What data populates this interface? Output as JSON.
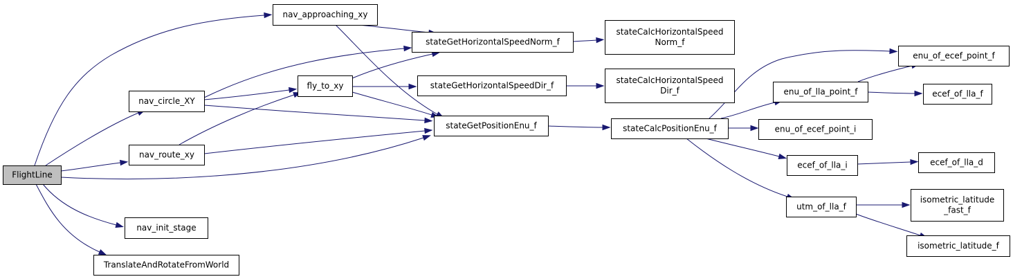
{
  "colors": {
    "edge": "#191970",
    "root_fill": "#bfbfbf",
    "node_fill": "#ffffff",
    "node_border": "#000000"
  },
  "nodes": [
    {
      "id": "FlightLine",
      "lines": [
        "FlightLine"
      ]
    },
    {
      "id": "nav_approaching_xy",
      "lines": [
        "nav_approaching_xy"
      ]
    },
    {
      "id": "stateGetHorizontalSpeedNorm_f",
      "lines": [
        "stateGetHorizontalSpeedNorm_f"
      ]
    },
    {
      "id": "stateCalcHorizontalSpeedNorm_f",
      "lines": [
        "stateCalcHorizontalSpeed",
        "Norm_f"
      ]
    },
    {
      "id": "nav_circle_XY",
      "lines": [
        "nav_circle_XY"
      ]
    },
    {
      "id": "fly_to_xy",
      "lines": [
        "fly_to_xy"
      ]
    },
    {
      "id": "stateGetHorizontalSpeedDir_f",
      "lines": [
        "stateGetHorizontalSpeedDir_f"
      ]
    },
    {
      "id": "stateCalcHorizontalSpeedDir_f",
      "lines": [
        "stateCalcHorizontalSpeed",
        "Dir_f"
      ]
    },
    {
      "id": "stateGetPositionEnu_f",
      "lines": [
        "stateGetPositionEnu_f"
      ]
    },
    {
      "id": "stateCalcPositionEnu_f",
      "lines": [
        "stateCalcPositionEnu_f"
      ]
    },
    {
      "id": "nav_route_xy",
      "lines": [
        "nav_route_xy"
      ]
    },
    {
      "id": "nav_init_stage",
      "lines": [
        "nav_init_stage"
      ]
    },
    {
      "id": "TranslateAndRotateFromWorld",
      "lines": [
        "TranslateAndRotateFromWorld"
      ]
    },
    {
      "id": "enu_of_ecef_point_f",
      "lines": [
        "enu_of_ecef_point_f"
      ]
    },
    {
      "id": "enu_of_lla_point_f",
      "lines": [
        "enu_of_lla_point_f"
      ]
    },
    {
      "id": "ecef_of_lla_f",
      "lines": [
        "ecef_of_lla_f"
      ]
    },
    {
      "id": "enu_of_ecef_point_i",
      "lines": [
        "enu_of_ecef_point_i"
      ]
    },
    {
      "id": "ecef_of_lla_i",
      "lines": [
        "ecef_of_lla_i"
      ]
    },
    {
      "id": "ecef_of_lla_d",
      "lines": [
        "ecef_of_lla_d"
      ]
    },
    {
      "id": "utm_of_lla_f",
      "lines": [
        "utm_of_lla_f"
      ]
    },
    {
      "id": "isometric_latitude_fast_f",
      "lines": [
        "isometric_latitude",
        "_fast_f"
      ]
    },
    {
      "id": "isometric_latitude_f",
      "lines": [
        "isometric_latitude_f"
      ]
    }
  ],
  "edges": [
    [
      "FlightLine",
      "nav_approaching_xy"
    ],
    [
      "FlightLine",
      "nav_circle_XY"
    ],
    [
      "FlightLine",
      "nav_route_xy"
    ],
    [
      "FlightLine",
      "stateGetPositionEnu_f"
    ],
    [
      "FlightLine",
      "nav_init_stage"
    ],
    [
      "FlightLine",
      "TranslateAndRotateFromWorld"
    ],
    [
      "nav_approaching_xy",
      "stateGetHorizontalSpeedNorm_f"
    ],
    [
      "nav_approaching_xy",
      "stateGetPositionEnu_f"
    ],
    [
      "nav_circle_XY",
      "stateGetHorizontalSpeedNorm_f"
    ],
    [
      "nav_circle_XY",
      "fly_to_xy"
    ],
    [
      "nav_circle_XY",
      "stateGetPositionEnu_f"
    ],
    [
      "nav_route_xy",
      "fly_to_xy"
    ],
    [
      "nav_route_xy",
      "stateGetPositionEnu_f"
    ],
    [
      "fly_to_xy",
      "stateGetHorizontalSpeedNorm_f"
    ],
    [
      "fly_to_xy",
      "stateGetHorizontalSpeedDir_f"
    ],
    [
      "fly_to_xy",
      "stateGetPositionEnu_f"
    ],
    [
      "stateGetHorizontalSpeedNorm_f",
      "stateCalcHorizontalSpeedNorm_f"
    ],
    [
      "stateGetHorizontalSpeedDir_f",
      "stateCalcHorizontalSpeedDir_f"
    ],
    [
      "stateGetPositionEnu_f",
      "stateCalcPositionEnu_f"
    ],
    [
      "stateCalcPositionEnu_f",
      "enu_of_ecef_point_f"
    ],
    [
      "stateCalcPositionEnu_f",
      "enu_of_lla_point_f"
    ],
    [
      "stateCalcPositionEnu_f",
      "enu_of_ecef_point_i"
    ],
    [
      "stateCalcPositionEnu_f",
      "ecef_of_lla_i"
    ],
    [
      "stateCalcPositionEnu_f",
      "utm_of_lla_f"
    ],
    [
      "enu_of_lla_point_f",
      "enu_of_ecef_point_f"
    ],
    [
      "enu_of_lla_point_f",
      "ecef_of_lla_f"
    ],
    [
      "ecef_of_lla_i",
      "ecef_of_lla_d"
    ],
    [
      "utm_of_lla_f",
      "isometric_latitude_fast_f"
    ],
    [
      "utm_of_lla_f",
      "isometric_latitude_f"
    ]
  ]
}
